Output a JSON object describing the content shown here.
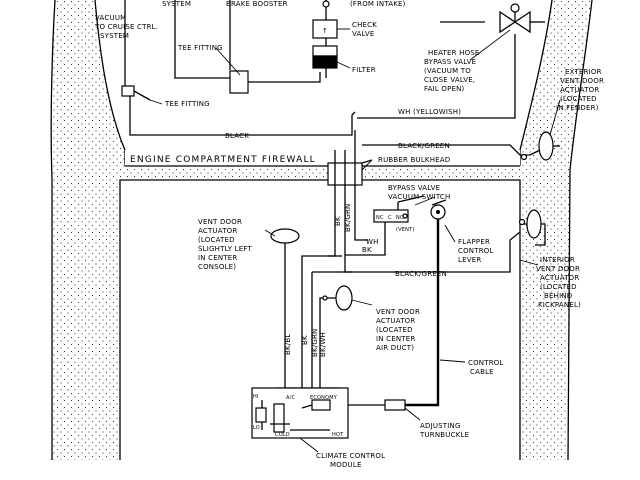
{
  "labels": {
    "system_top": "SYSTEM",
    "brake_booster": "BRAKE BOOSTER",
    "from_intake": "(FROM INTAKE)",
    "vacuum_cruise_1": "VACUUM",
    "vacuum_cruise_2": "TO CRUISE CTRL.",
    "vacuum_cruise_3": "SYSTEM",
    "tee_fitting_upper": "TEE FITTING",
    "tee_fitting_lower": "TEE FITTING",
    "check_valve_1": "CHECK",
    "check_valve_2": "VALVE",
    "filter": "FILTER",
    "heater_hose_1": "HEATER HOSE",
    "heater_hose_2": "BYPASS VALVE",
    "heater_hose_3": "(VACUUM TO",
    "heater_hose_4": "CLOSE VALVE,",
    "heater_hose_5": "FAIL OPEN)",
    "ext_vent_1": "EXTERIOR",
    "ext_vent_2": "VENT DOOR",
    "ext_vent_3": "ACTUATOR",
    "ext_vent_4": "(LOCATED",
    "ext_vent_5": "IN FENDER)",
    "wire_wh_yellowish": "WH (YELLOWISH)",
    "wire_black_top": "BLACK",
    "wire_black_green_top": "BLACK/GREEN",
    "firewall": "ENGINE COMPARTMENT FIREWALL",
    "rubber_bulkhead": "RUBBER BULKHEAD",
    "bypass_switch_1": "BYPASS VALVE",
    "bypass_switch_2": "VACUUM SWITCH",
    "switch_nc": "NC",
    "switch_c": "C",
    "switch_no": "NO",
    "switch_vent": "(VENT)",
    "wire_bk_grn_vert": "BK/GRN",
    "wire_bk_vert": "BK",
    "wire_wh_small": "WH",
    "wire_bk_small": "BK",
    "wire_black_green_mid": "BLACK/GREEN",
    "vent_left_1": "VENT DOOR",
    "vent_left_2": "ACTUATOR",
    "vent_left_3": "(LOCATED",
    "vent_left_4": "SLIGHTLY LEFT",
    "vent_left_5": "IN CENTER",
    "vent_left_6": "CONSOLE)",
    "flapper_1": "FLAPPER",
    "flapper_2": "CONTROL",
    "flapper_3": "LEVER",
    "int_vent_1": "INTERIOR",
    "int_vent_2": "VENT DOOR",
    "int_vent_3": "ACTUATOR",
    "int_vent_4": "(LOCATED",
    "int_vent_5": "BEHIND",
    "int_vent_6": "KICKPANEL)",
    "vent_center_1": "VENT DOOR",
    "vent_center_2": "ACTUATOR",
    "vent_center_3": "(LOCATED",
    "vent_center_4": "IN CENTER",
    "vent_center_5": "AIR DUCT)",
    "wire_bk_bl": "BK/BL",
    "wire_bk": "BK",
    "wire_bk_grn": "BK/GRN",
    "wire_bk_wh": "BK/WH",
    "control_cable_1": "CONTROL",
    "control_cable_2": "CABLE",
    "module_ac": "A/C",
    "module_economy": "ECONOMY",
    "module_hi": "HI",
    "module_lo": "LO",
    "module_cold": "COLD",
    "module_hot": "HOT",
    "adjusting_1": "ADJUSTING",
    "adjusting_2": "TURNBUCKLE",
    "module_1": "CLIMATE CONTROL",
    "module_2": "MODULE"
  },
  "colors": {
    "line": "#000000",
    "background": "#ffffff",
    "stipple": "#000000"
  }
}
